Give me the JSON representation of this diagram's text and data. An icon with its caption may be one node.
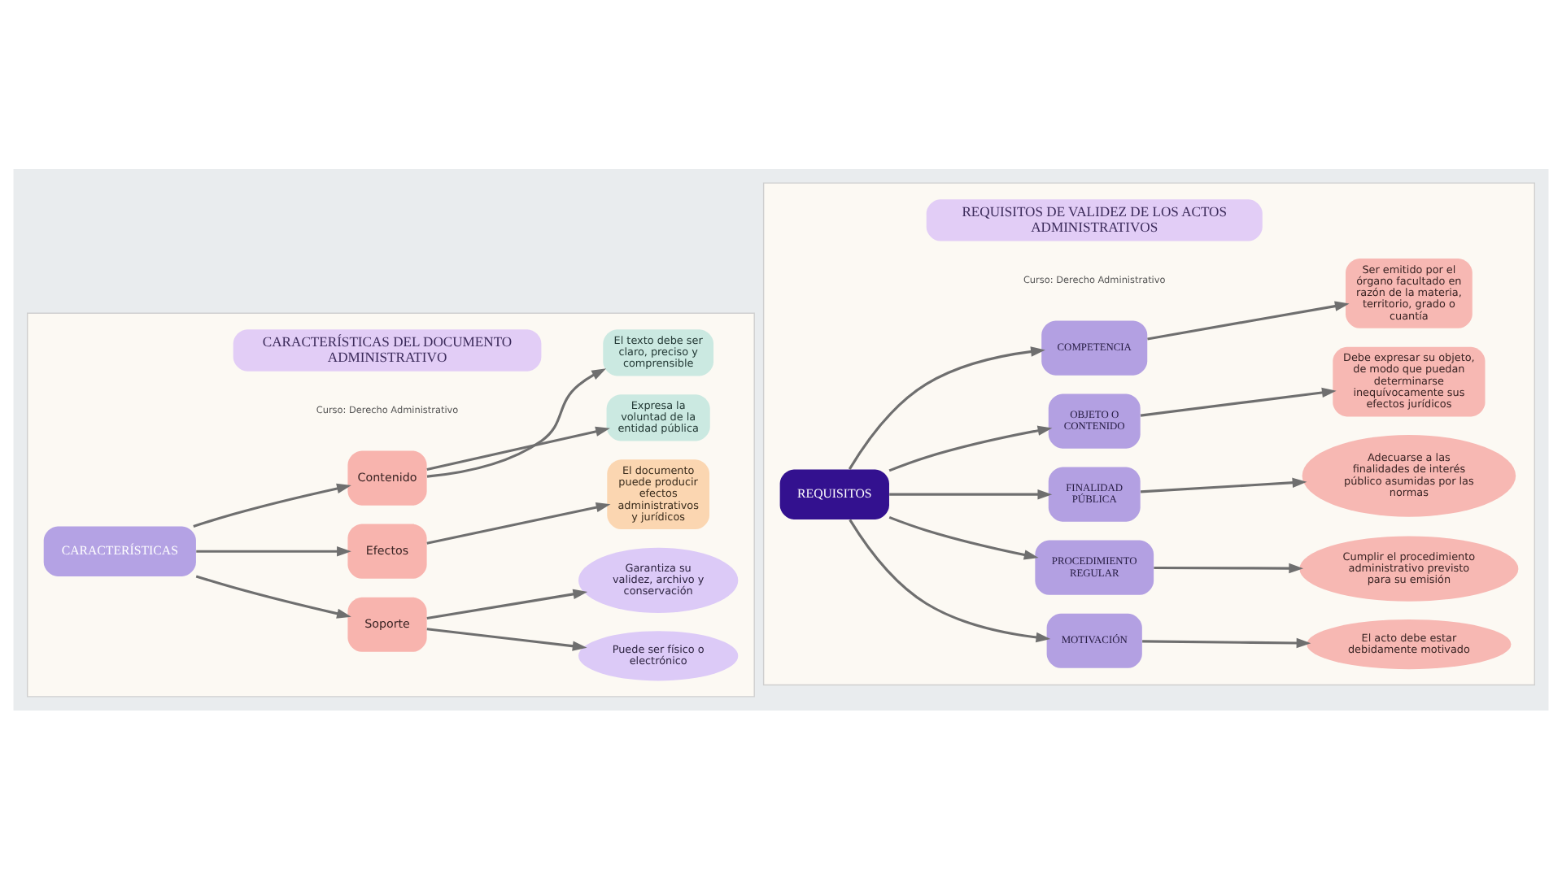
{
  "diagram": {
    "nodes": [
      {
        "text": [],
        "shape": "box"
      },
      {
        "text": [
          "CARACTERÍSTICAS DEL DOCUMENTO ADMINISTRATIVO"
        ],
        "in": 0
      },
      {
        "text": [
          "CARACTERÍSTICAS"
        ],
        "in": 0
      },
      {
        "text": [
          "Contenido"
        ],
        "in": 0
      },
      {
        "text": [
          "El texto debe ser claro, preciso y comprensible"
        ],
        "in": 0
      },
      {
        "text": [
          "Expresa la voluntad de la entidad pública"
        ],
        "in": 0
      },
      {
        "text": [
          "Efectos"
        ],
        "in": 0
      },
      {
        "text": [
          "El documento puede producir efectos administrativos y jurídicos"
        ],
        "in": 0
      },
      {
        "text": [
          "Soporte"
        ],
        "in": 0
      },
      {
        "text": [
          "Puede ser físico o electrónico"
        ],
        "in": 0
      },
      {
        "text": [
          "Garantiza su validez, archivo y conservación"
        ],
        "in": 0
      },
      {
        "text": [],
        "shape": "box"
      },
      {
        "text": [
          "REQUISITOS DE VALIDEZ DE LOS ACTOS ADMINISTRATIVOS"
        ],
        "in": 11
      },
      {
        "text": [
          "REQUISITOS"
        ],
        "in": 11
      },
      {
        "text": [
          "COMPETENCIA"
        ],
        "in": 11
      },
      {
        "text": [
          "Ser emitido por el órgano facultado en razón de la materia, territorio, grado o cuantía"
        ],
        "in": 11
      },
      {
        "text": [
          "OBJETO O CONTENIDO"
        ],
        "in": 11
      },
      {
        "text": [
          "Debe expresar su objeto, de modo que puedan determinarse inequívocamente sus efectos jurídicos"
        ],
        "in": 11
      },
      {
        "text": [
          "FINALIDAD PÚBLICA"
        ],
        "in": 11
      },
      {
        "text": [
          "Adecuarse a las finalidades de interés público asumidas por las normas"
        ],
        "in": 11
      },
      {
        "text": [
          "PROCEDIMIENTO REGULAR"
        ],
        "in": 11
      },
      {
        "text": [
          "Cumplir el procedimiento administrativo previsto para su emisión"
        ],
        "in": 11
      },
      {
        "text": [
          "MOTIVACIÓN"
        ],
        "in": 11
      },
      {
        "text": [
          "El acto debe estar debidamente motivado"
        ],
        "in": 11
      }
    ],
    "edges": [
      {
        "from": 2,
        "to": 3,
        "arrow": "to"
      },
      {
        "from": 2,
        "to": 6,
        "arrow": "to"
      },
      {
        "from": 2,
        "to": 8,
        "arrow": "to"
      },
      {
        "from": 3,
        "to": 4,
        "arrow": "to"
      },
      {
        "from": 3,
        "to": 5,
        "arrow": "to"
      },
      {
        "from": 6,
        "to": 7,
        "arrow": "to"
      },
      {
        "from": 8,
        "to": 9,
        "arrow": "to"
      },
      {
        "from": 8,
        "to": 10,
        "arrow": "to"
      },
      {
        "from": 13,
        "to": 14,
        "arrow": "to"
      },
      {
        "from": 13,
        "to": 16,
        "arrow": "to"
      },
      {
        "from": 13,
        "to": 18,
        "arrow": "to"
      },
      {
        "from": 13,
        "to": 20,
        "arrow": "to"
      },
      {
        "from": 13,
        "to": 22,
        "arrow": "to"
      },
      {
        "from": 14,
        "to": 15,
        "arrow": "to"
      },
      {
        "from": 16,
        "to": 17,
        "arrow": "to"
      },
      {
        "from": 18,
        "to": 19,
        "arrow": "to"
      },
      {
        "from": 20,
        "to": 21,
        "arrow": "to"
      },
      {
        "from": 22,
        "to": 23,
        "arrow": "to"
      }
    ],
    "labels": [
      "Curso: Derecho Administrativo",
      "Curso: Derecho Administrativo"
    ]
  }
}
